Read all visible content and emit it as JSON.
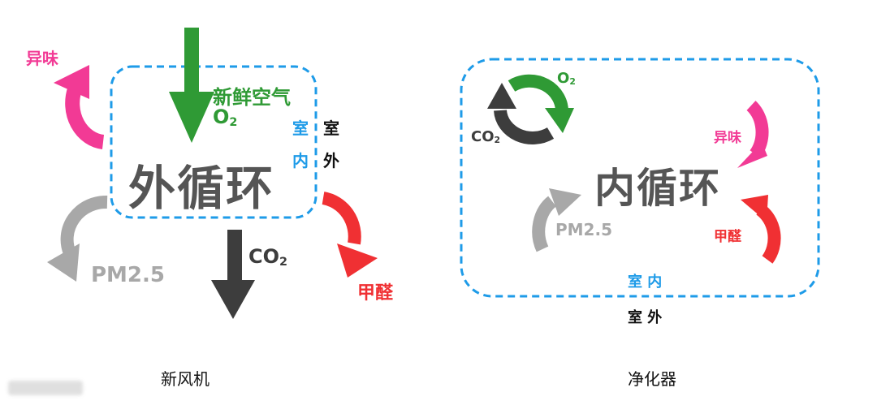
{
  "colors": {
    "border_blue": "#1e9be8",
    "green": "#2f9a35",
    "pink": "#f23a95",
    "red": "#f03033",
    "gray": "#a8a8a8",
    "dark": "#3d3d3d",
    "title_gray": "#555555"
  },
  "left_panel": {
    "title": "外循环",
    "fresh_air": "新鲜空气",
    "o2": "O",
    "o2_sub": "2",
    "indoor_label_1": "室",
    "indoor_label_2": "内",
    "outdoor_label_1": "室",
    "outdoor_label_2": "外",
    "odor": "异味",
    "pm25": "PM2.5",
    "co2": "CO",
    "co2_sub": "2",
    "formaldehyde": "甲醛",
    "caption": "新风机"
  },
  "right_panel": {
    "title": "内循环",
    "o2": "O",
    "o2_sub": "2",
    "co2": "CO",
    "co2_sub": "2",
    "odor": "异味",
    "pm25": "PM2.5",
    "formaldehyde": "甲醛",
    "indoor": "室 内",
    "outdoor": "室 外",
    "caption": "净化器"
  }
}
